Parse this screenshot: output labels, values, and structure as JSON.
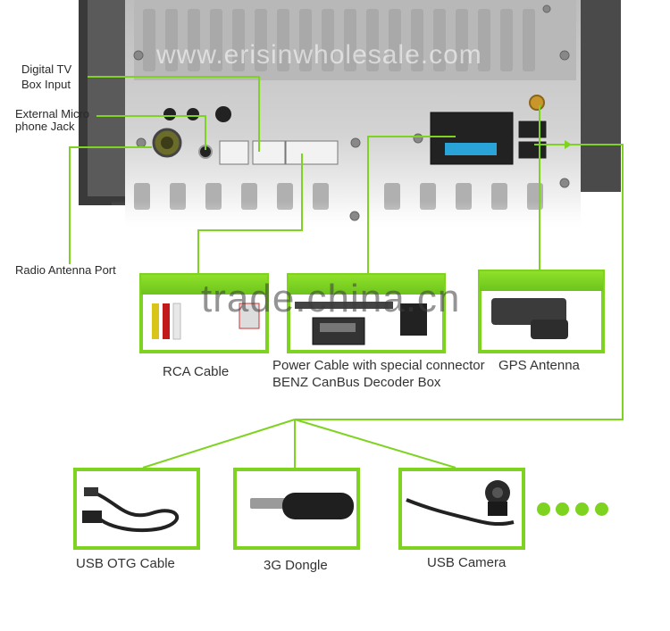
{
  "watermarks": {
    "top": "www.erisinwholesale.com",
    "center": "trade.china.cn"
  },
  "port_labels": {
    "digital_tv_line1": "Digital TV",
    "digital_tv_line2": "Box Input",
    "ext_mic_line1": "External Micro",
    "ext_mic_line2": "phone Jack",
    "radio_antenna": "Radio Antenna Port"
  },
  "accessories": {
    "rca_cable": "RCA Cable",
    "power_cable_line1": "Power Cable with special connector",
    "power_cable_line2": "BENZ CanBus Decoder Box",
    "gps_antenna": "GPS Antenna",
    "usb_otg": "USB OTG Cable",
    "dongle_3g": "3G Dongle",
    "usb_camera": "USB Camera"
  },
  "colors": {
    "accent_green": "#7ed321",
    "panel_metal": "#c9c9c9",
    "dark_chassis": "#3a3a3a"
  }
}
